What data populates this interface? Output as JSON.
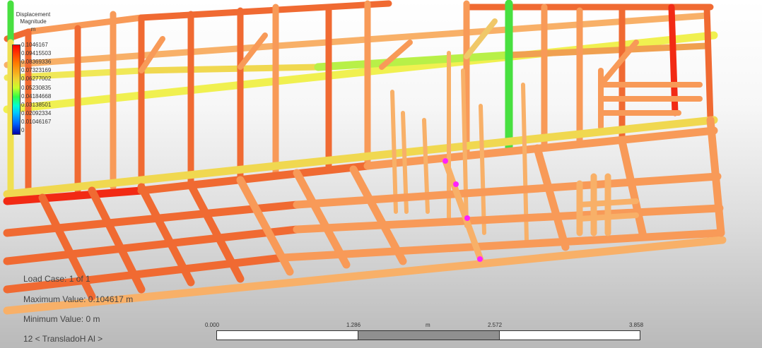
{
  "legend": {
    "title_line1": "Displacement",
    "title_line2": "Magnitude",
    "unit": "m",
    "ticks": [
      "0.1046167",
      "0.09415503",
      "0.08369336",
      "0.07323169",
      "0.06277002",
      "0.05230835",
      "0.04184668",
      "0.03138501",
      "0.02092334",
      "0.01046167",
      "0"
    ],
    "gradient_colors": [
      "#ff0000",
      "#ff7a00",
      "#f0d030",
      "#c8ff2a",
      "#33ff44",
      "#00ffd0",
      "#00c8ff",
      "#0066ff",
      "#0000aa"
    ]
  },
  "info": {
    "load_case": "Load Case:  1 of 1",
    "max_value": "Maximum Value: 0.104617 m",
    "min_value": "Minimum Value: 0 m",
    "step": "12 < TransladoH Al >"
  },
  "scale": {
    "labels": [
      "0.000",
      "1.286",
      "m",
      "2.572",
      "3.858"
    ]
  },
  "colors": {
    "red": "#f22a14",
    "orange_red": "#f06a32",
    "orange": "#f89a58",
    "peach": "#f8b068",
    "yellow": "#f0f050",
    "lime": "#b8f048",
    "green": "#48e040",
    "marker": "#ff20ff"
  },
  "markers_label": "node-markers"
}
